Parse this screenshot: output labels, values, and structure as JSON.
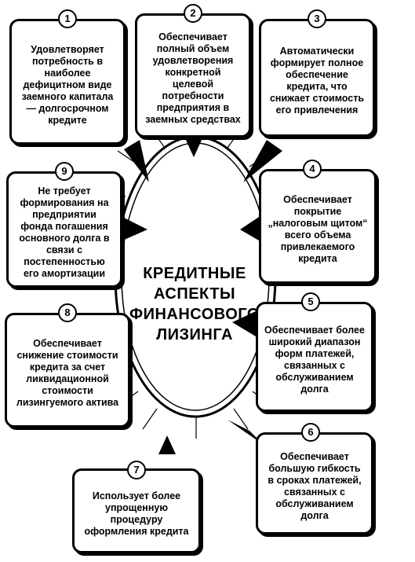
{
  "center": {
    "title_lines": [
      "КРЕДИТНЫЕ",
      "АСПЕКТЫ",
      "ФИНАНСОВОГО",
      "ЛИЗИНГА"
    ]
  },
  "aspects": [
    {
      "number": "1",
      "text": "Удовлетворяет потребность в наиболее дефицитном виде заемного капитала — долгосрочном кредите"
    },
    {
      "number": "2",
      "text": "Обеспечивает полный объем удовлетворения конкретной целевой потребности предприятия в заемных средствах"
    },
    {
      "number": "3",
      "text": "Автоматически формирует полное обеспечение кредита, что снижает стоимость его привлечения"
    },
    {
      "number": "4",
      "text": "Обеспечивает покрытие „налоговым щитом“ всего объема привлекаемого кредита"
    },
    {
      "number": "5",
      "text": "Обеспечивает более широкий диапазон форм платежей, связанных с обслуживанием долга"
    },
    {
      "number": "6",
      "text": "Обеспечивает большую гибкость в сроках платежей, связанных с обслуживанием долга"
    },
    {
      "number": "7",
      "text": "Использует более упрощенную процедуру оформления кредита"
    },
    {
      "number": "8",
      "text": "Обеспечивает снижение стоимости кредита за счет ликвидационной стоимости лизингуемого актива"
    },
    {
      "number": "9",
      "text": "Не требует формирования на предприятии фонда погашения основного долга в связи с постепенностью его амортизации"
    }
  ]
}
